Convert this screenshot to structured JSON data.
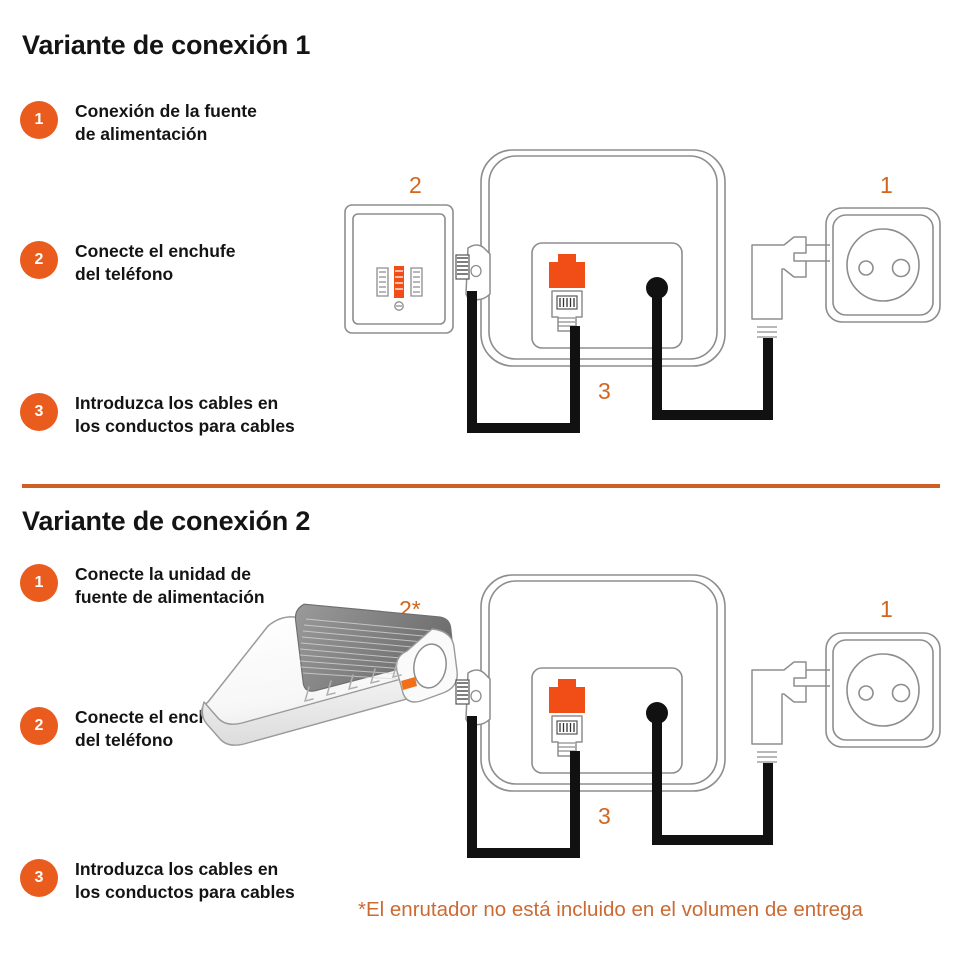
{
  "page": {
    "background": "#ffffff",
    "accent_orange": "#ea5b1e",
    "divider_orange": "#cf6024",
    "port_orange": "#f04e16",
    "label_orange": "#d2661f",
    "footnote_orange": "#cc6a33",
    "text_black": "#141414"
  },
  "sections": [
    {
      "id": "variant-1",
      "title": "Variante de conexión 1",
      "steps": [
        {
          "number": "1",
          "text_line_1": "Conexión de la fuente",
          "text_line_2": "de alimentación"
        },
        {
          "number": "2",
          "text_line_1": "Conecte el enchufe",
          "text_line_2": "del teléfono"
        },
        {
          "number": "3",
          "text_line_1": "Introduzca los cables en",
          "text_line_2": "los conductos para cables"
        }
      ],
      "diagram_labels": {
        "wall_socket": "1",
        "phone_jack": "2",
        "cable_duct": "3"
      },
      "diagram_parts": [
        "phone-wall-jack",
        "tae-phone-plug",
        "base-station",
        "rj11-port",
        "rj11-plug",
        "power-jack",
        "power-adapter",
        "mains-wall-socket",
        "phone-cable",
        "power-cable"
      ]
    },
    {
      "id": "variant-2",
      "title": "Variante de conexión 2",
      "steps": [
        {
          "number": "1",
          "text_line_1": "Conecte la unidad de",
          "text_line_2": "fuente de alimentación"
        },
        {
          "number": "2",
          "text_line_1": "Conecte el enchufe",
          "text_line_2": "del teléfono"
        },
        {
          "number": "3",
          "text_line_1": "Introduzca los cables en",
          "text_line_2": "los conductos para cables"
        }
      ],
      "diagram_labels": {
        "wall_socket": "1",
        "router": "2*",
        "cable_duct": "3"
      },
      "diagram_parts": [
        "router-device",
        "tae-phone-plug",
        "base-station",
        "rj11-port",
        "rj11-plug",
        "power-jack",
        "power-adapter",
        "mains-wall-socket",
        "phone-cable",
        "power-cable"
      ]
    }
  ],
  "footnote": "*El enrutador no está incluido en el volumen de entrega"
}
